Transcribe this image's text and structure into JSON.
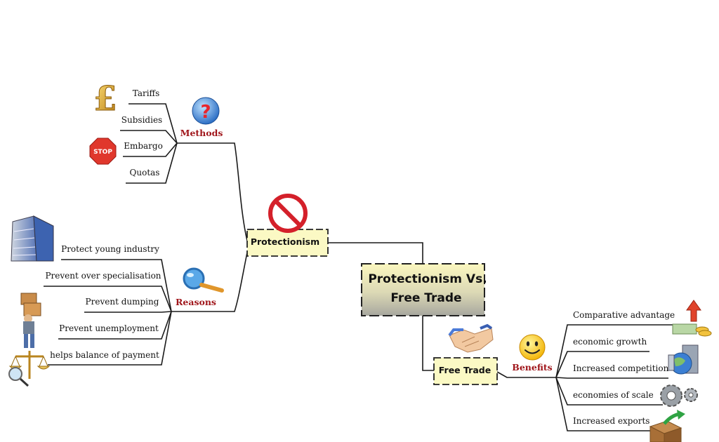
{
  "central": {
    "line1": "Protectionism Vs.",
    "line2": "Free Trade"
  },
  "protectionism": {
    "label": "Protectionism",
    "methods": {
      "label": "Methods",
      "items": [
        "Tariffs",
        "Subsidies",
        "Embargo",
        "Quotas"
      ]
    },
    "reasons": {
      "label": "Reasons",
      "items": [
        "Protect young industry",
        "Prevent over specialisation",
        "Prevent dumping",
        "Prevent unemployment",
        "helps balance of payment"
      ]
    }
  },
  "free_trade": {
    "label": "Free Trade",
    "benefits": {
      "label": "Benefits",
      "items": [
        "Comparative advantage",
        "economic growth",
        "Increased competition",
        "economies of scale",
        "Increased exports"
      ]
    }
  },
  "icons": {
    "methods": "question-mark-icon",
    "reasons": "magnifier-icon",
    "protectionism": "no-entry-icon",
    "free_trade": "handshake-icon",
    "benefits": "smiley-icon",
    "tariffs": "pound-sign-icon",
    "embargo": "stop-sign-icon",
    "young_industry": "office-building-icon",
    "dumping": "worker-carrying-boxes-icon",
    "balance": "scales-icon",
    "comparative": "money-growth-icon",
    "competition": "globe-buildings-icon",
    "scale": "gears-icon",
    "exports": "export-box-icon"
  },
  "colors": {
    "category_text": "#a0161b",
    "node_fill": "#fbf9c4",
    "central_top": "#fbf7bf",
    "central_bottom": "#a9a9a0",
    "line": "#1a1a1a"
  }
}
